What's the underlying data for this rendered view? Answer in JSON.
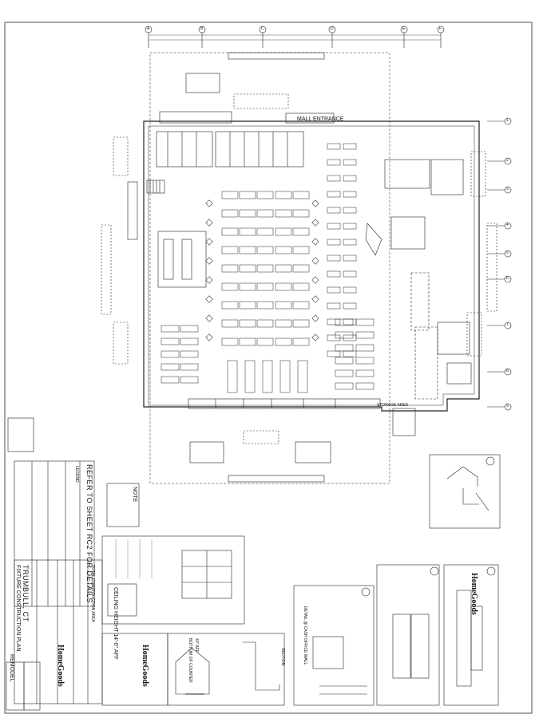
{
  "sheet": {
    "title_strip": "TRUMBULL, CT",
    "plan_title": "FIXTURE CONSTRUCTION PLAN",
    "plan_subtitle": "REMODEL",
    "brand": "HomeGoods",
    "entrance_label": "MALL ENTRANCE",
    "refer_note": "REFER TO SHEET RC2 FOR DETAILS",
    "note_heading": "NOTE",
    "ceiling_note": "CEILING HEIGHT 14'-0\" AFF",
    "total_sf": "TOTAL CONSTRUCTION AREA",
    "storage_label": "STORAGE AREA",
    "legend_title": "LEGEND",
    "detail_label": "DETAIL @ CASH OFFICE WALL",
    "bottom_of_counter": "BOTTOM OF COUNTER",
    "aff_label": "40\" AFF",
    "section_label": "SECTION"
  },
  "grid": {
    "columns": [
      "A",
      "B",
      "C",
      "D",
      "E",
      "F"
    ],
    "rows": [
      "1",
      "2",
      "3",
      "4",
      "5",
      "6",
      "7",
      "8",
      "9"
    ]
  },
  "colors": {
    "line": "#222222",
    "paper": "#ffffff",
    "light": "#888888"
  },
  "icons": [
    "north-arrow-icon",
    "section-marker-icon"
  ]
}
